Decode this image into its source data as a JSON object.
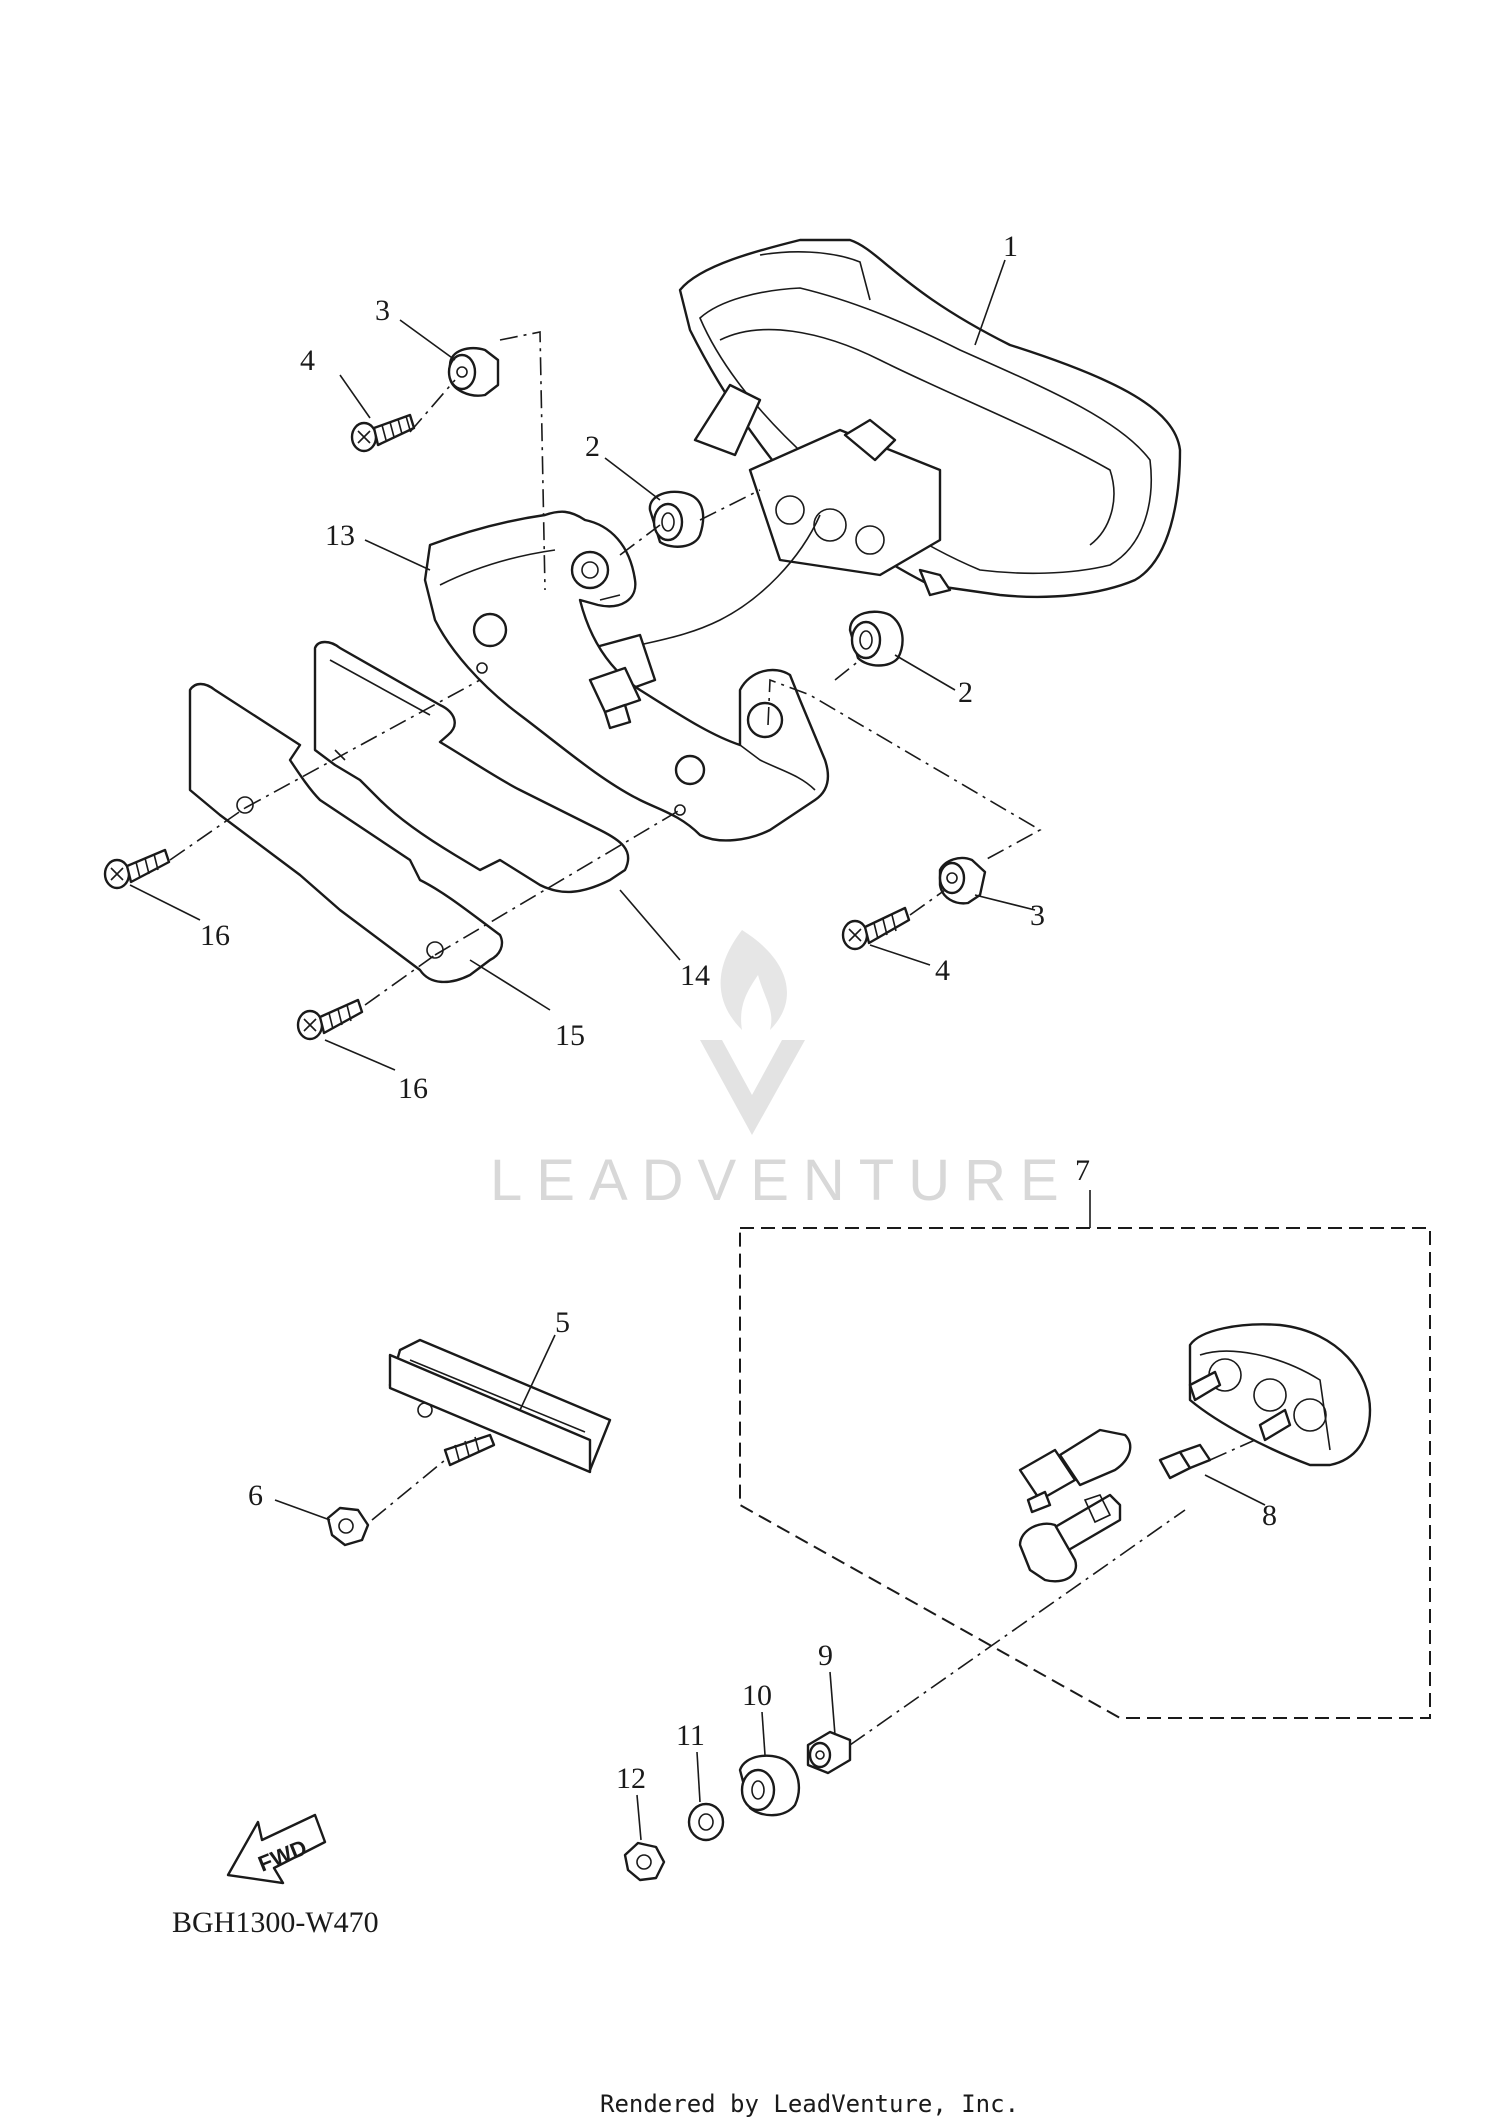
{
  "diagram": {
    "callouts": [
      "1",
      "2",
      "2",
      "3",
      "3",
      "4",
      "4",
      "5",
      "6",
      "7",
      "8",
      "9",
      "10",
      "11",
      "12",
      "13",
      "14",
      "15",
      "16",
      "16"
    ],
    "direction_label": "FWD",
    "diagram_code": "BGH1300-W470",
    "footer": "Rendered by LeadVenture, Inc.",
    "watermark": "LEADVENTURE"
  },
  "colors": {
    "line": "#1a1a1a",
    "watermark": "#d8d8d8",
    "background": "#ffffff"
  }
}
